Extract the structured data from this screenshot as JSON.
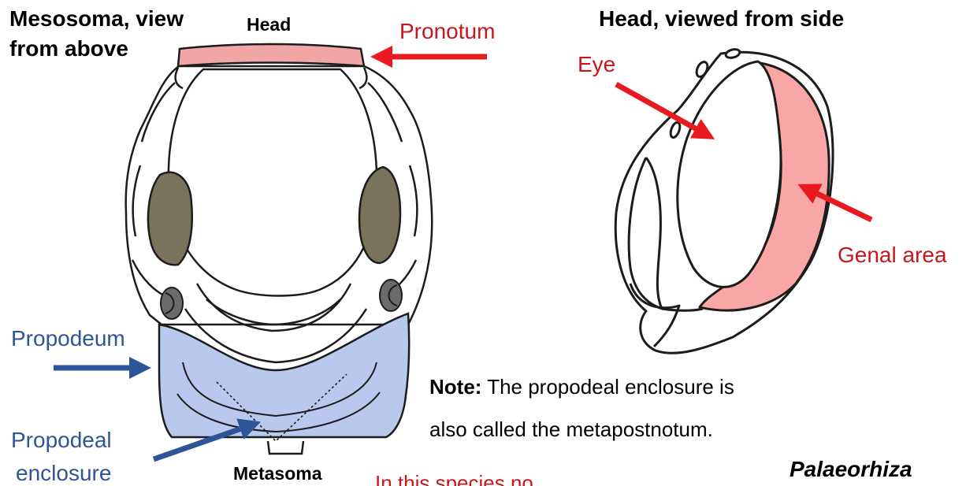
{
  "labels": {
    "mesosoma_title_line1": "Mesosoma, view",
    "mesosoma_title_line2": "from above",
    "head_top": "Head",
    "pronotum": "Pronotum",
    "head_side_title": "Head, viewed from side",
    "eye": "Eye",
    "genal_area": "Genal area",
    "propodeum": "Propodeum",
    "propodeal_enclosure_line1": "Propodeal",
    "propodeal_enclosure_line2": "enclosure",
    "metasoma": "Metasoma",
    "genus": "Palaeorhiza"
  },
  "note": {
    "bold": "Note:",
    "line1": " The propodeal enclosure is",
    "line2": "also called the metapostnotum."
  },
  "cut_off_text": "In this species no",
  "colors": {
    "pronotum_fill": "#f2a5a5",
    "genal_fill": "#f9a6a6",
    "propodeum_fill": "#b9c9ee",
    "tegula_fill": "#78735a",
    "arrow_red": "#e8191f",
    "arrow_blue": "#2e5597",
    "text_red": "#c8171c",
    "text_blue": "#2f5597"
  }
}
